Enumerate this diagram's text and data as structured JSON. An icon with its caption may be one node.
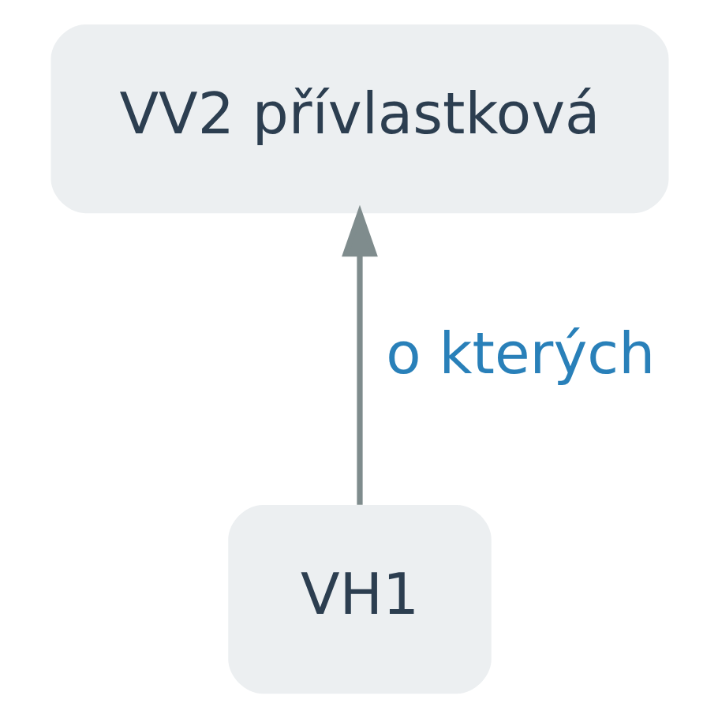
{
  "diagram": {
    "nodes": [
      {
        "text": [
          "VV2 přívlastková"
        ]
      },
      {
        "text": [
          "VH1"
        ]
      }
    ],
    "edges": [
      {
        "from": 1,
        "to": 0,
        "arrow": "to",
        "label": "o kterých"
      }
    ]
  }
}
